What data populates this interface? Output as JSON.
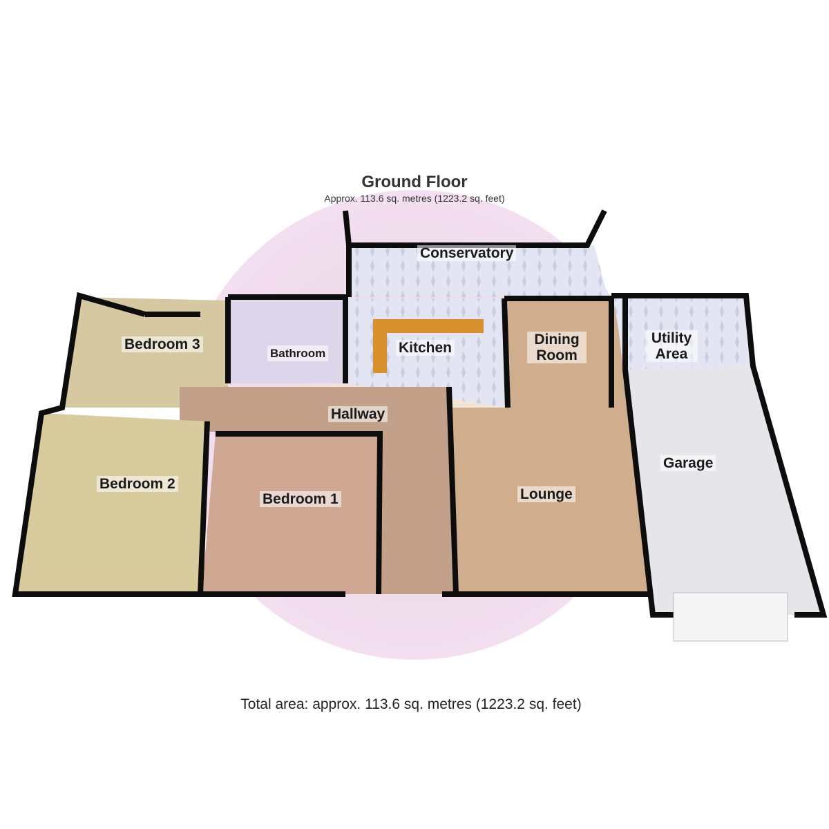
{
  "header": {
    "title": "Ground Floor",
    "subtitle": "Approx. 113.6 sq. metres (1223.2 sq. feet)"
  },
  "rooms": {
    "conservatory": "Conservatory",
    "bedroom3": "Bedroom 3",
    "bathroom": "Bathroom",
    "kitchen": "Kitchen",
    "dining": "Dining Room",
    "utility": "Utility Area",
    "hallway": "Hallway",
    "bedroom2": "Bedroom 2",
    "bedroom1": "Bedroom 1",
    "lounge": "Lounge",
    "garage": "Garage"
  },
  "footer": {
    "total": "Total area: approx. 113.6 sq. metres (1223.2 sq. feet)"
  },
  "colors": {
    "wall": "#0d0d0d",
    "carpet_beige": "#d9c99a",
    "carpet_brown": "#c8a48a",
    "tile": "#dfe3f0",
    "garage": "#e4e4e8",
    "inner_wall": "#d7d3ea"
  }
}
